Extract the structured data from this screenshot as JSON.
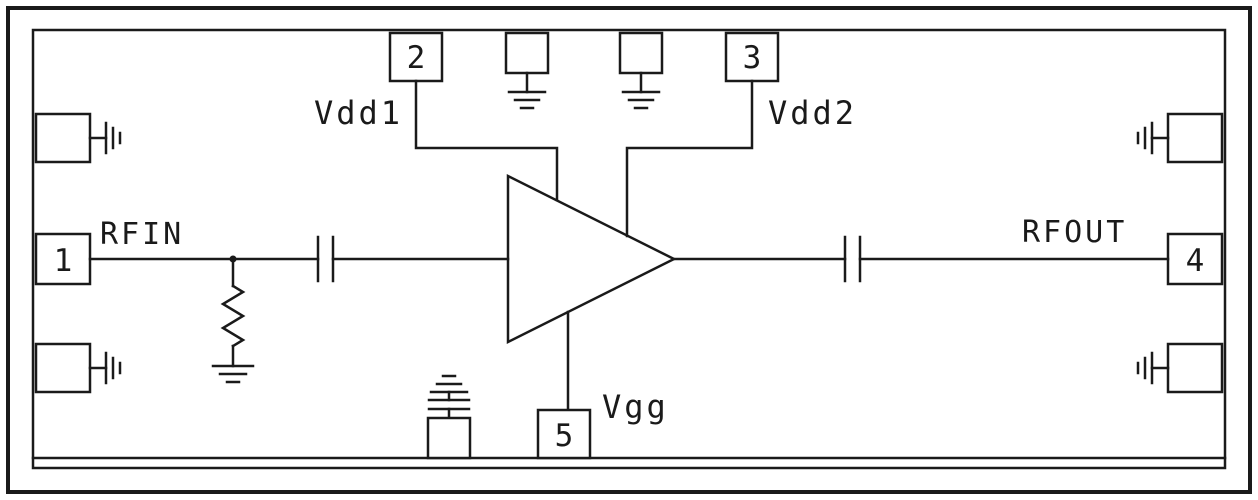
{
  "colors": {
    "line": "#1a1a1a",
    "background": "#ffffff"
  },
  "schematic": {
    "description": "RF amplifier functional block diagram",
    "pins": [
      {
        "number": "1",
        "label": "RFIN"
      },
      {
        "number": "2",
        "label": "Vdd1"
      },
      {
        "number": "3",
        "label": "Vdd2"
      },
      {
        "number": "4",
        "label": "RFOUT"
      },
      {
        "number": "5",
        "label": "Vgg"
      }
    ]
  }
}
